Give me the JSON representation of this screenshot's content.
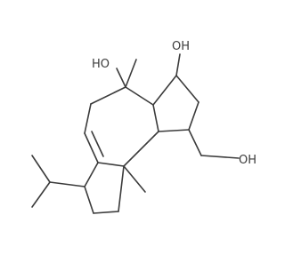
{
  "molecule": {
    "colors": {
      "bond": "#3b3b3b",
      "label": "#3b3b3b"
    },
    "atom_labels": {
      "oh_upper_left": "HO",
      "oh_upper_right": "OH",
      "oh_lower_right": "OH"
    }
  }
}
